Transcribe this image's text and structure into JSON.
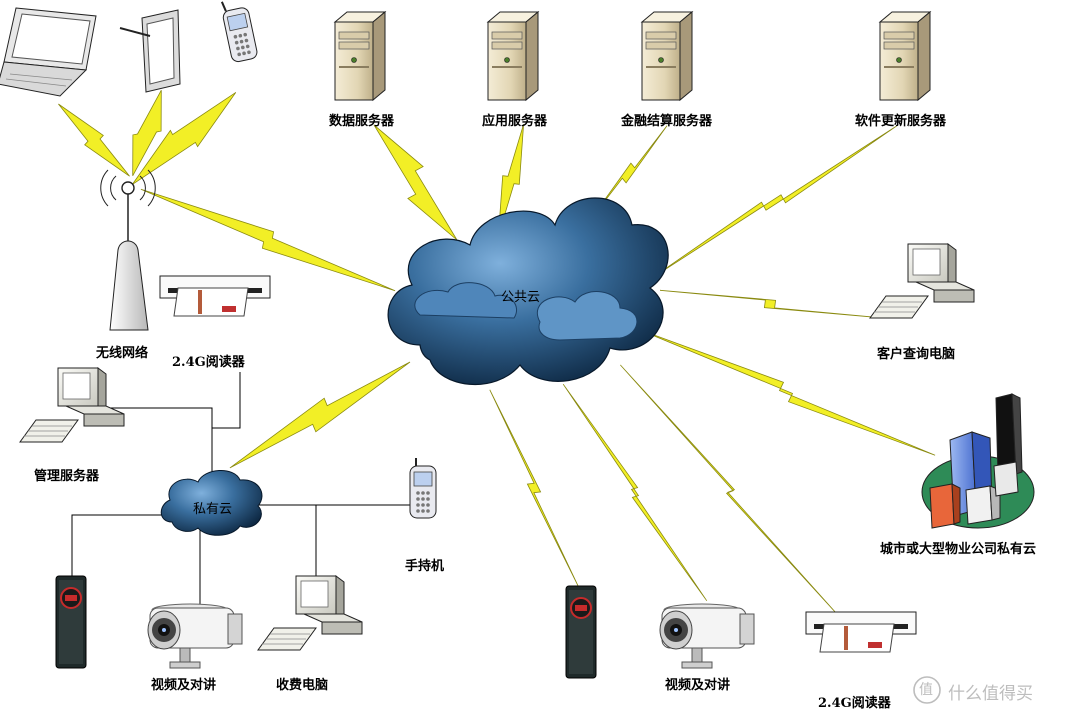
{
  "labels": {
    "data_server": "数据服务器",
    "app_server": "应用服务器",
    "finance_server": "金融结算服务器",
    "update_server": "软件更新服务器",
    "public_cloud": "公共云",
    "wireless_network": "无线网络",
    "reader_24g_top": "2.4G阅读器",
    "customer_pc": "客户查询电脑",
    "mgmt_server": "管理服务器",
    "private_cloud": "私有云",
    "handheld": "手持机",
    "city_cloud": "城市或大型物业公司私有云",
    "video_intercom_left": "视频及对讲",
    "billing_pc": "收费电脑",
    "video_intercom_right": "视频及对讲",
    "reader_24g_bottom": "2.4G阅读器"
  },
  "watermark": {
    "text": "什么值得买",
    "symbol": "值"
  },
  "colors": {
    "bolt_fill": "#f2ef26",
    "bolt_stroke": "#8a8a10",
    "cloud_dark": "#0f2f4f",
    "cloud_light": "#5d93c4",
    "line": "#000000"
  }
}
